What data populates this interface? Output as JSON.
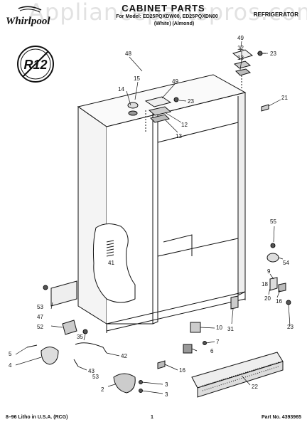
{
  "header": {
    "brand": "Whirlpool",
    "title": "CABINET PARTS",
    "subtitle": "For Model: ED25PQXDW00, ED25PQXDN00",
    "colors": "(White)     (Almond)",
    "category": "REFRIGERATOR",
    "watermark": "Appliancepartspros.com"
  },
  "badge": {
    "label": "R12"
  },
  "footer": {
    "left": "8–96 Litho in U.S.A. (RCG)",
    "center": "1",
    "right": "Part No. 4393965"
  },
  "callouts": [
    {
      "id": "48a",
      "label": "48"
    },
    {
      "id": "49a",
      "label": "49"
    },
    {
      "id": "12a",
      "label": "12"
    },
    {
      "id": "13a",
      "label": "13"
    },
    {
      "id": "23a",
      "label": "23"
    },
    {
      "id": "15",
      "label": "15"
    },
    {
      "id": "14",
      "label": "14"
    },
    {
      "id": "49b",
      "label": "49"
    },
    {
      "id": "23b",
      "label": "23"
    },
    {
      "id": "12b",
      "label": "12"
    },
    {
      "id": "13b",
      "label": "13"
    },
    {
      "id": "21",
      "label": "21"
    },
    {
      "id": "55",
      "label": "55"
    },
    {
      "id": "54",
      "label": "54"
    },
    {
      "id": "9",
      "label": "9"
    },
    {
      "id": "18",
      "label": "18"
    },
    {
      "id": "20",
      "label": "20"
    },
    {
      "id": "16a",
      "label": "16"
    },
    {
      "id": "23c",
      "label": "23"
    },
    {
      "id": "41",
      "label": "41"
    },
    {
      "id": "53a",
      "label": "53"
    },
    {
      "id": "47",
      "label": "47"
    },
    {
      "id": "52",
      "label": "52"
    },
    {
      "id": "35",
      "label": "35"
    },
    {
      "id": "31",
      "label": "31"
    },
    {
      "id": "10",
      "label": "10"
    },
    {
      "id": "7",
      "label": "7"
    },
    {
      "id": "6",
      "label": "6"
    },
    {
      "id": "5",
      "label": "5"
    },
    {
      "id": "4",
      "label": "4"
    },
    {
      "id": "42",
      "label": "42"
    },
    {
      "id": "43",
      "label": "43"
    },
    {
      "id": "53b",
      "label": "53"
    },
    {
      "id": "2",
      "label": "2"
    },
    {
      "id": "3a",
      "label": "3"
    },
    {
      "id": "3b",
      "label": "3"
    },
    {
      "id": "16b",
      "label": "16"
    },
    {
      "id": "22",
      "label": "22"
    }
  ]
}
